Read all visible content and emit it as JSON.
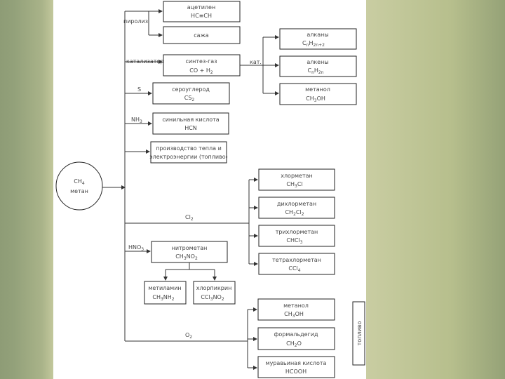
{
  "diagram": {
    "center": {
      "formula": "CH",
      "formula_sub": "4",
      "name": "метан"
    },
    "edge_labels": {
      "pyrolysis": "пиролиз",
      "catalyst": "катализатор",
      "kat": "кат.",
      "s": "S",
      "nh3": "NH",
      "nh3_sub": "3",
      "cl2": "Cl",
      "cl2_sub": "2",
      "hno3": "HNO",
      "hno3_sub": "3",
      "o2": "O",
      "o2_sub": "2"
    },
    "boxes": {
      "acetylene": {
        "line1": "ацетилен",
        "line2": "HC≡CH"
      },
      "soot": {
        "line1": "сажа"
      },
      "syngas": {
        "line1": "синтез-газ",
        "line2": "CO + H",
        "line2_sub": "2"
      },
      "alkanes": {
        "line1": "алканы",
        "line2": "C",
        "line2_sub": "n",
        "line2b": "H",
        "line2b_sub": "2n+2"
      },
      "alkenes": {
        "line1": "алкены",
        "line2": "C",
        "line2_sub": "n",
        "line2b": "H",
        "line2b_sub": "2n"
      },
      "methanol_top": {
        "line1": "метанол",
        "line2": "CH",
        "line2_sub": "3",
        "line2b": "OH"
      },
      "cs2": {
        "line1": "сероуглерод",
        "line2": "CS",
        "line2_sub": "2"
      },
      "hcn": {
        "line1": "синильная кислота",
        "line2": "HCN"
      },
      "fuel": {
        "line1": "производство тепла и",
        "line2": "электроэнергии (топливо)"
      },
      "chloromethane": {
        "line1": "хлорметан",
        "line2": "CH",
        "line2_sub": "3",
        "line2b": "Cl"
      },
      "dichloromethane": {
        "line1": "дихлорметан",
        "line2": "CH",
        "line2_sub": "2",
        "line2b": "Cl",
        "line2b_sub": "2"
      },
      "trichloromethane": {
        "line1": "трихлорметан",
        "line2": "CHCl",
        "line2_sub": "3"
      },
      "tetrachloromethane": {
        "line1": "тетрахлорметан",
        "line2": "CCl",
        "line2_sub": "4"
      },
      "nitromethane": {
        "line1": "нитрометан",
        "line2": "CH",
        "line2_sub": "3",
        "line2b": "NO",
        "line2b_sub": "2"
      },
      "methylamine": {
        "line1": "метиламин",
        "line2": "CH",
        "line2_sub": "3",
        "line2b": "NH",
        "line2b_sub": "2"
      },
      "chloropicrin": {
        "line1": "хлорпикрин",
        "line2": "CCl",
        "line2_sub": "3",
        "line2b": "NO",
        "line2b_sub": "2"
      },
      "methanol_bottom": {
        "line1": "метанол",
        "line2": "CH",
        "line2_sub": "3",
        "line2b": "OH"
      },
      "formaldehyde": {
        "line1": "формальдегид",
        "line2": "CH",
        "line2_sub": "2",
        "line2b": "O"
      },
      "formic_acid": {
        "line1": "муравьиная кислота",
        "line2": "HCOOH"
      },
      "vertical": {
        "text": "топливо"
      }
    }
  }
}
